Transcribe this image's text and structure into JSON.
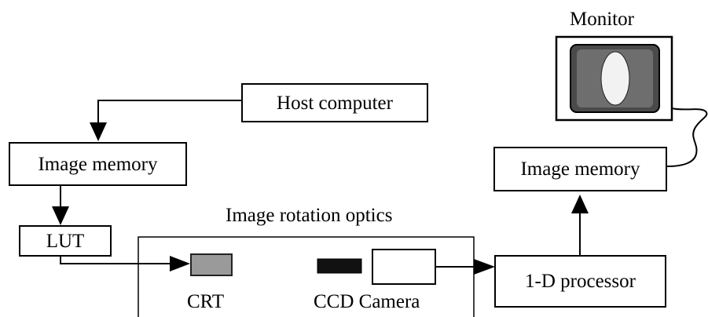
{
  "labels": {
    "monitor": "Monitor",
    "host_computer": "Host computer",
    "image_memory_left": "Image memory",
    "image_memory_right": "Image memory",
    "lut": "LUT",
    "image_rotation_optics": "Image rotation optics",
    "crt": "CRT",
    "ccd_camera": "CCD Camera",
    "processor_1d": "1-D processor"
  }
}
